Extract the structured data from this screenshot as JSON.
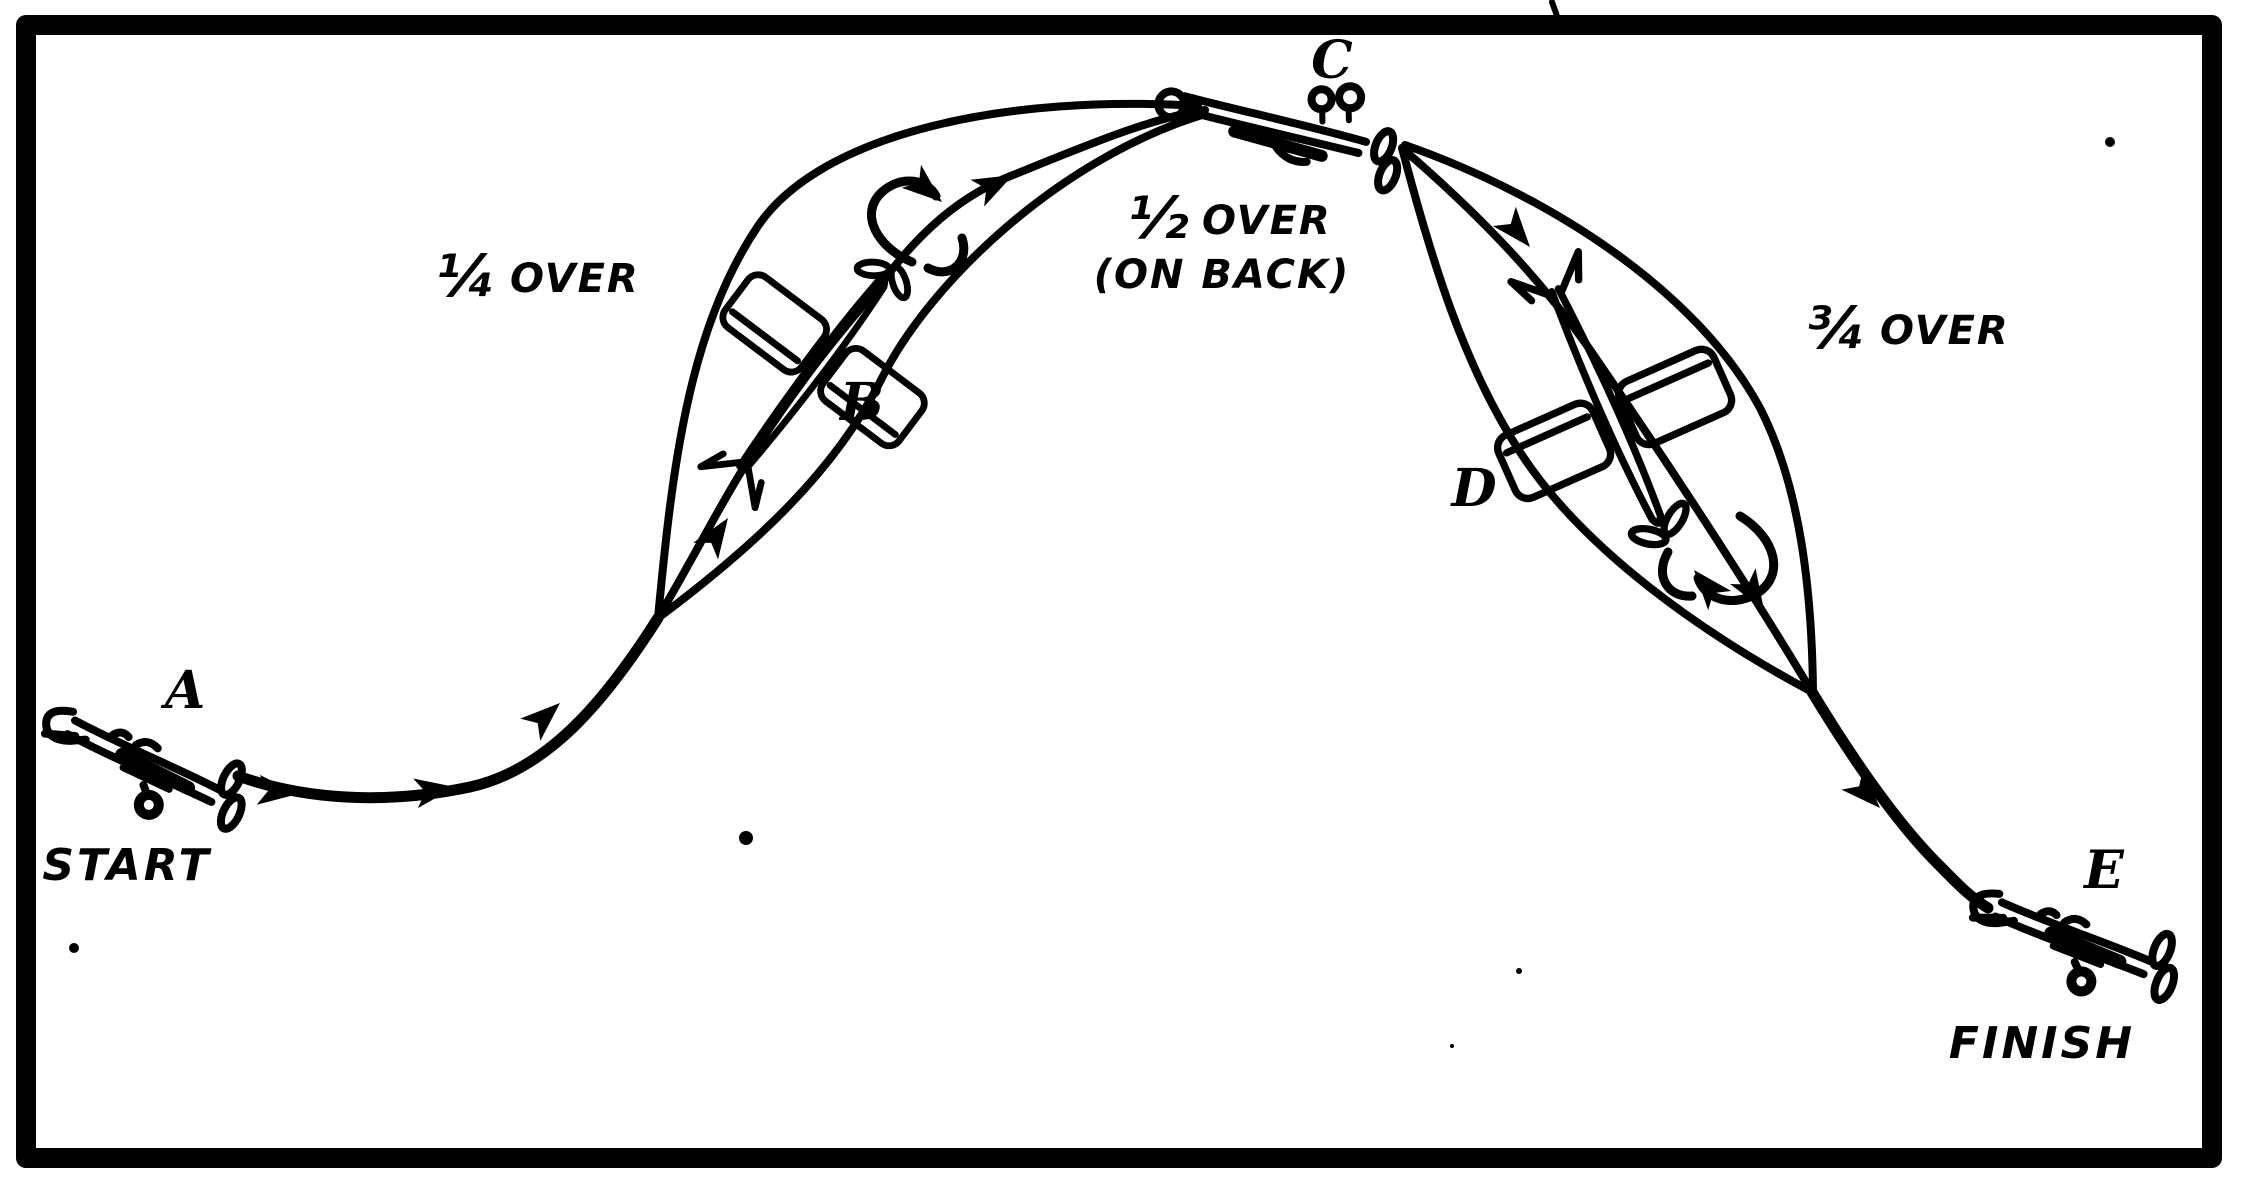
{
  "figure": {
    "kind": "aerobatic roll flight-path sketch",
    "labels": {
      "a": "A",
      "b": "B",
      "c": "C",
      "d": "D",
      "e": "E",
      "start": "START",
      "finish": "FINISH"
    },
    "captions": {
      "quarter": {
        "fraction": "¼",
        "word": "OVER"
      },
      "half": {
        "fraction": "½",
        "word": "OVER",
        "note": "(ON BACK)"
      },
      "three_quarter": {
        "fraction": "¾",
        "word": "OVER"
      }
    },
    "sequence": [
      {
        "point": "A",
        "caption": "START"
      },
      {
        "point": "B",
        "caption": "¼ OVER"
      },
      {
        "point": "C",
        "caption": "½ OVER (ON BACK)"
      },
      {
        "point": "D",
        "caption": "¾ OVER"
      },
      {
        "point": "E",
        "caption": "FINISH"
      }
    ]
  },
  "colors": {
    "ink": "#000000",
    "paper": "#ffffff"
  }
}
